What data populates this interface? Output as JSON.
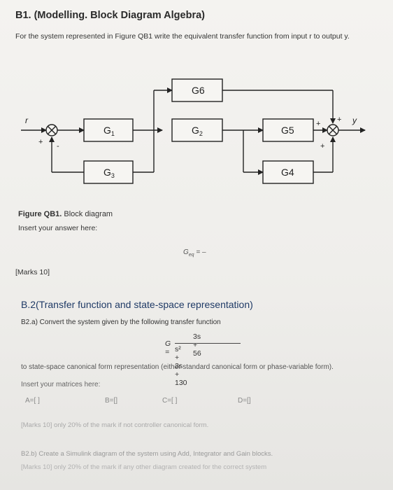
{
  "q1": {
    "title": "B1. (Modelling. Block Diagram Algebra)",
    "prompt": "For the system represented in Figure QB1 write the equivalent transfer function from input r to output y.",
    "diagram": {
      "blocks": {
        "g1": "G",
        "g1_sub": "1",
        "g2": "G",
        "g2_sub": "2",
        "g3": "G",
        "g3_sub": "3",
        "g4": "G4",
        "g5": "G5",
        "g6": "G6"
      },
      "input_label": "r",
      "output_label": "y",
      "sum1_signs": [
        "+",
        "-"
      ],
      "sum2_signs": [
        "+",
        "+",
        "+"
      ]
    },
    "caption_bold": "Figure QB1.",
    "caption_rest": " Block diagram",
    "insert_label": "Insert your answer here:",
    "geq_text": "G",
    "geq_sub": "eq",
    "geq_rest": " = –",
    "marks": "[Marks 10]"
  },
  "q2": {
    "title": "B.2(Transfer function and state-space representation)",
    "part_a": "B2.a) Convert the system given by the following transfer function",
    "tf": {
      "lhs": "G =",
      "numerator": "3s + 56",
      "denominator": "s² + 3s + 130"
    },
    "to_state": "to state-space canonical form representation (either standard canonical form or phase-variable form).",
    "insert_label": "Insert your matrices here:",
    "matrices": {
      "a": "A=[ ]",
      "b": "B=[]",
      "c": "C=[ ]",
      "d": "D=[]"
    },
    "marks_a": "[Marks 10] only 20% of the mark if not controller canonical form.",
    "part_b": "B2.b) Create a Simulink diagram of the system using Add, Integrator and Gain blocks.",
    "marks_b": "[Marks 10] only 20% of the mark if any other diagram created for the correct system"
  }
}
